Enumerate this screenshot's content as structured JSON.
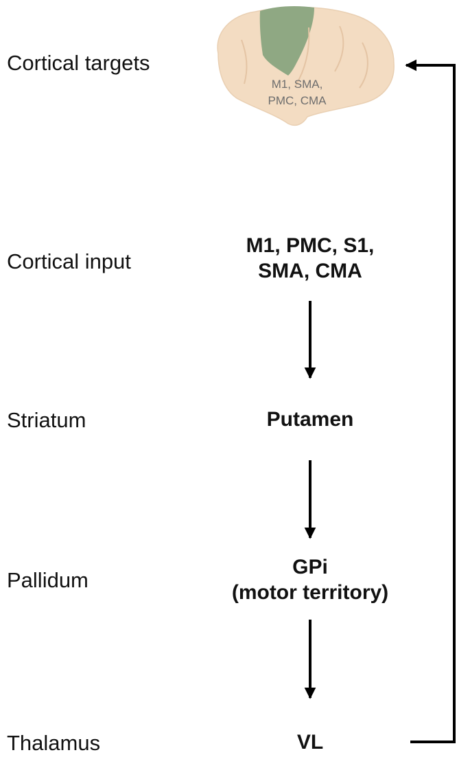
{
  "levels": {
    "cortical_targets": "Cortical targets",
    "cortical_input": "Cortical input",
    "striatum": "Striatum",
    "pallidum": "Pallidum",
    "thalamus": "Thalamus"
  },
  "nodes": {
    "cortical_input": [
      "M1, PMC, S1,",
      "SMA, CMA"
    ],
    "striatum": [
      "Putamen"
    ],
    "pallidum": [
      "GPi",
      "(motor territory)"
    ],
    "thalamus": [
      "VL"
    ]
  },
  "brain": {
    "caption": [
      "M1, SMA,",
      "PMC, CMA"
    ],
    "cortex_color": "#f3dcc2",
    "motor_area_color": "#8fa883"
  },
  "colors": {
    "text": "#111111",
    "arrow": "#000000"
  }
}
